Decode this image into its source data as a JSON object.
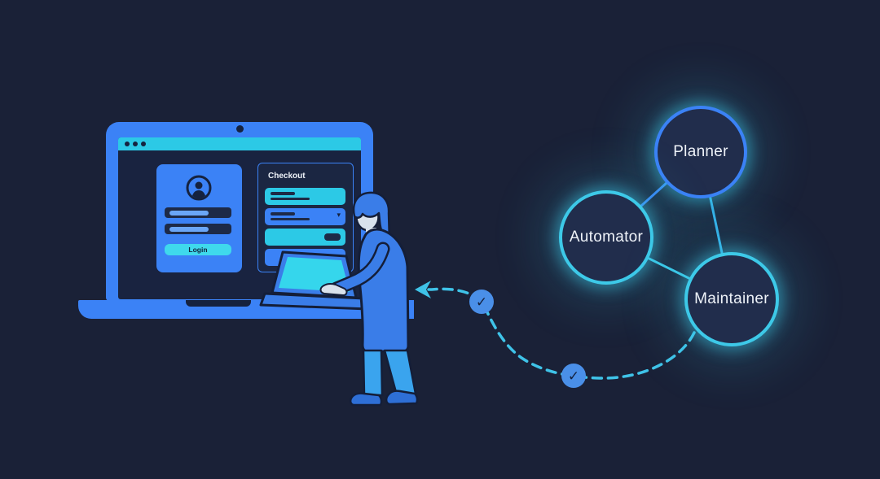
{
  "scene": {
    "background_color": "#1a2137",
    "accent_blue": "#3b82f6",
    "accent_cyan": "#2cc9e6",
    "glow_cyan": "#3dc9e8"
  },
  "icons": {
    "check": "✓",
    "chevron_down": "▾"
  },
  "laptop": {
    "browser_bar": {
      "window_dots": 3
    },
    "login_card": {
      "avatar_icon": "user-icon",
      "field_count": 2,
      "button_label": "Login"
    },
    "checkout_panel": {
      "title": "Checkout",
      "field_count": 4
    }
  },
  "nodes": [
    {
      "label": "Planner",
      "border_color": "#3b82f6"
    },
    {
      "label": "Automator",
      "border_color": "#3dc9e8"
    },
    {
      "label": "Maintainer",
      "border_color": "#3dc9e8"
    }
  ],
  "path": {
    "checkmarks": 2,
    "badge_color": "#4a8fe8",
    "dash_color": "#3fc3e8"
  }
}
